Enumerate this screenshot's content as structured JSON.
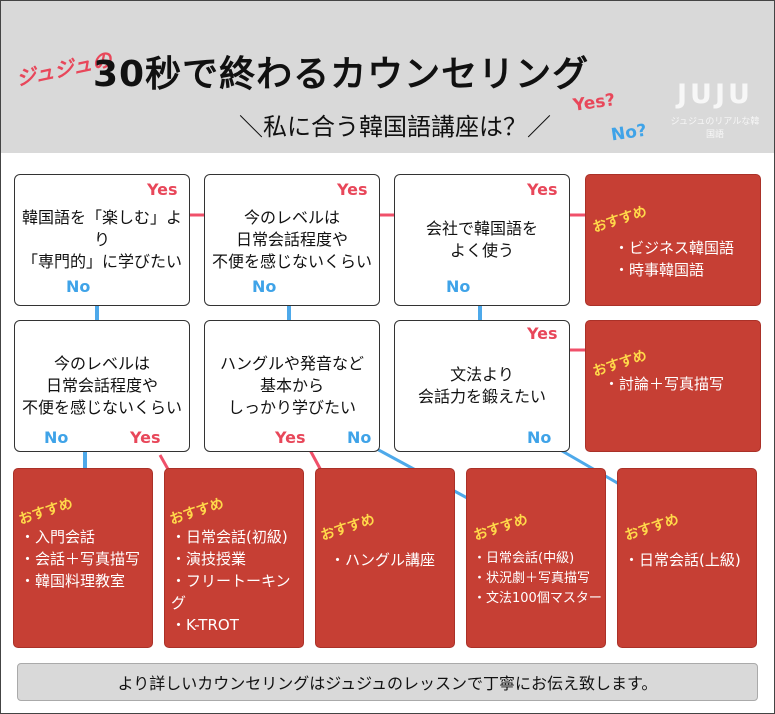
{
  "header": {
    "brand": "ジュジュの",
    "title": "30秒で終わるカウンセリング",
    "subtitle": "＼私に合う韓国語講座は？／",
    "yes_deco": "Yes?",
    "no_deco": "No?",
    "logo_text": "JUJU",
    "logo_sub": "ジュジュのリアルな韓国語"
  },
  "questions": {
    "q1": "韓国語を「楽しむ」より\n「専門的」に学びたい",
    "q2": "今のレベルは\n日常会話程度や\n不便を感じないくらい",
    "q3": "会社で韓国語を\nよく使う",
    "q4": "今のレベルは\n日常会話程度や\n不便を感じないくらい",
    "q5": "ハングルや発音など\n基本から\nしっかり学びたい",
    "q6": "文法より\n会話力を鍛えたい"
  },
  "labels": {
    "yes": "Yes",
    "no": "No"
  },
  "results": {
    "recommend": "おすすめ",
    "r1": "・ビジネス韓国語\n・時事韓国語",
    "r2": "・討論＋写真描写",
    "r3": "・入門会話\n・会話＋写真描写\n・韓国料理教室",
    "r4": "・日常会話(初級)\n・演技授業\n・フリートーキング\n・K-TROT",
    "r5": "・ハングル講座",
    "r6": "・日常会話(中級)\n・状況劇＋写真描写\n・文法100個マスター",
    "r7": "・日常会話(上級)"
  },
  "footer": "より詳しいカウンセリングはジュジュのレッスンで丁寧にお伝え致します。",
  "colors": {
    "yes": "#f0506a",
    "no": "#4ea9ea",
    "result": "#c63f34",
    "header": "#d9d9d9"
  }
}
